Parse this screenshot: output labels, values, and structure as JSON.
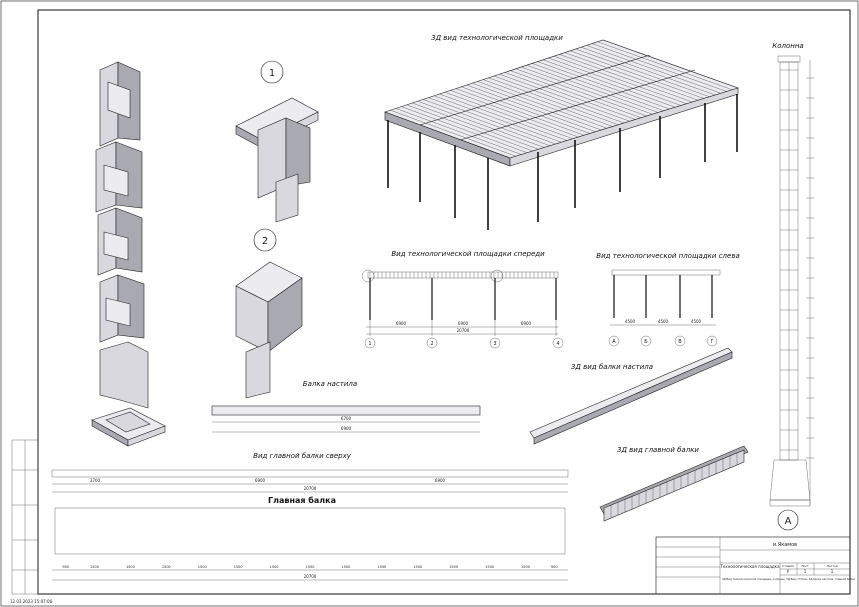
{
  "views": {
    "view3d_platform": "3Д вид технологической площадки",
    "column": "Колонна",
    "front_view": "Вид технологической площадки спереди",
    "left_view": "Вид технологической площадки слева",
    "view3d_deck_beam": "3Д вид балки настила",
    "deck_beam": "Балка настила",
    "main_beam_top": "Вид главной балки сверху",
    "view3d_main_beam": "3Д вид главной балки",
    "main_beam": "Главная балка"
  },
  "callouts": {
    "node1": "1",
    "node2": "2",
    "column_section": "А"
  },
  "front_axes": [
    "1",
    "2",
    "3",
    "4"
  ],
  "front_dims": {
    "span1": "6900",
    "span2": "6900",
    "span3": "6900",
    "total": "20700"
  },
  "left_axes": [
    "А",
    "Б",
    "В",
    "Г"
  ],
  "left_dims": {
    "span1": "4500",
    "span2": "4500",
    "span3": "4500"
  },
  "deck_beam_dims": {
    "length": "6700",
    "total": "6900"
  },
  "main_beam_dims": {
    "d1": "3700",
    "d2": "6900",
    "d3": "6900",
    "total": "20700"
  },
  "main_beam_segments": [
    "900",
    "1500",
    "1500",
    "1500",
    "1500",
    "1500",
    "1500",
    "1500",
    "1500",
    "1500",
    "1500",
    "1500",
    "1500",
    "1500",
    "900"
  ],
  "main_beam_total": "20700",
  "title_block": {
    "author": "и.Якамов",
    "project": "Технологическая площадка",
    "stage_header": "Стадия",
    "sheet_header": "Лист",
    "sheets_header": "Листов",
    "stage": "У",
    "sheet": "1",
    "sheets": "1",
    "note": "3Д Вид технологической площадки, колонны, 3Д Вид, Н Узлы, 3Д балки настила, главной балки"
  },
  "footer_date": "12.03.2023 15:07:06",
  "colors": {
    "line": "#111111",
    "steel": "#d8d8de",
    "steel_dark": "#a9a9b2",
    "paper": "#ffffff"
  }
}
